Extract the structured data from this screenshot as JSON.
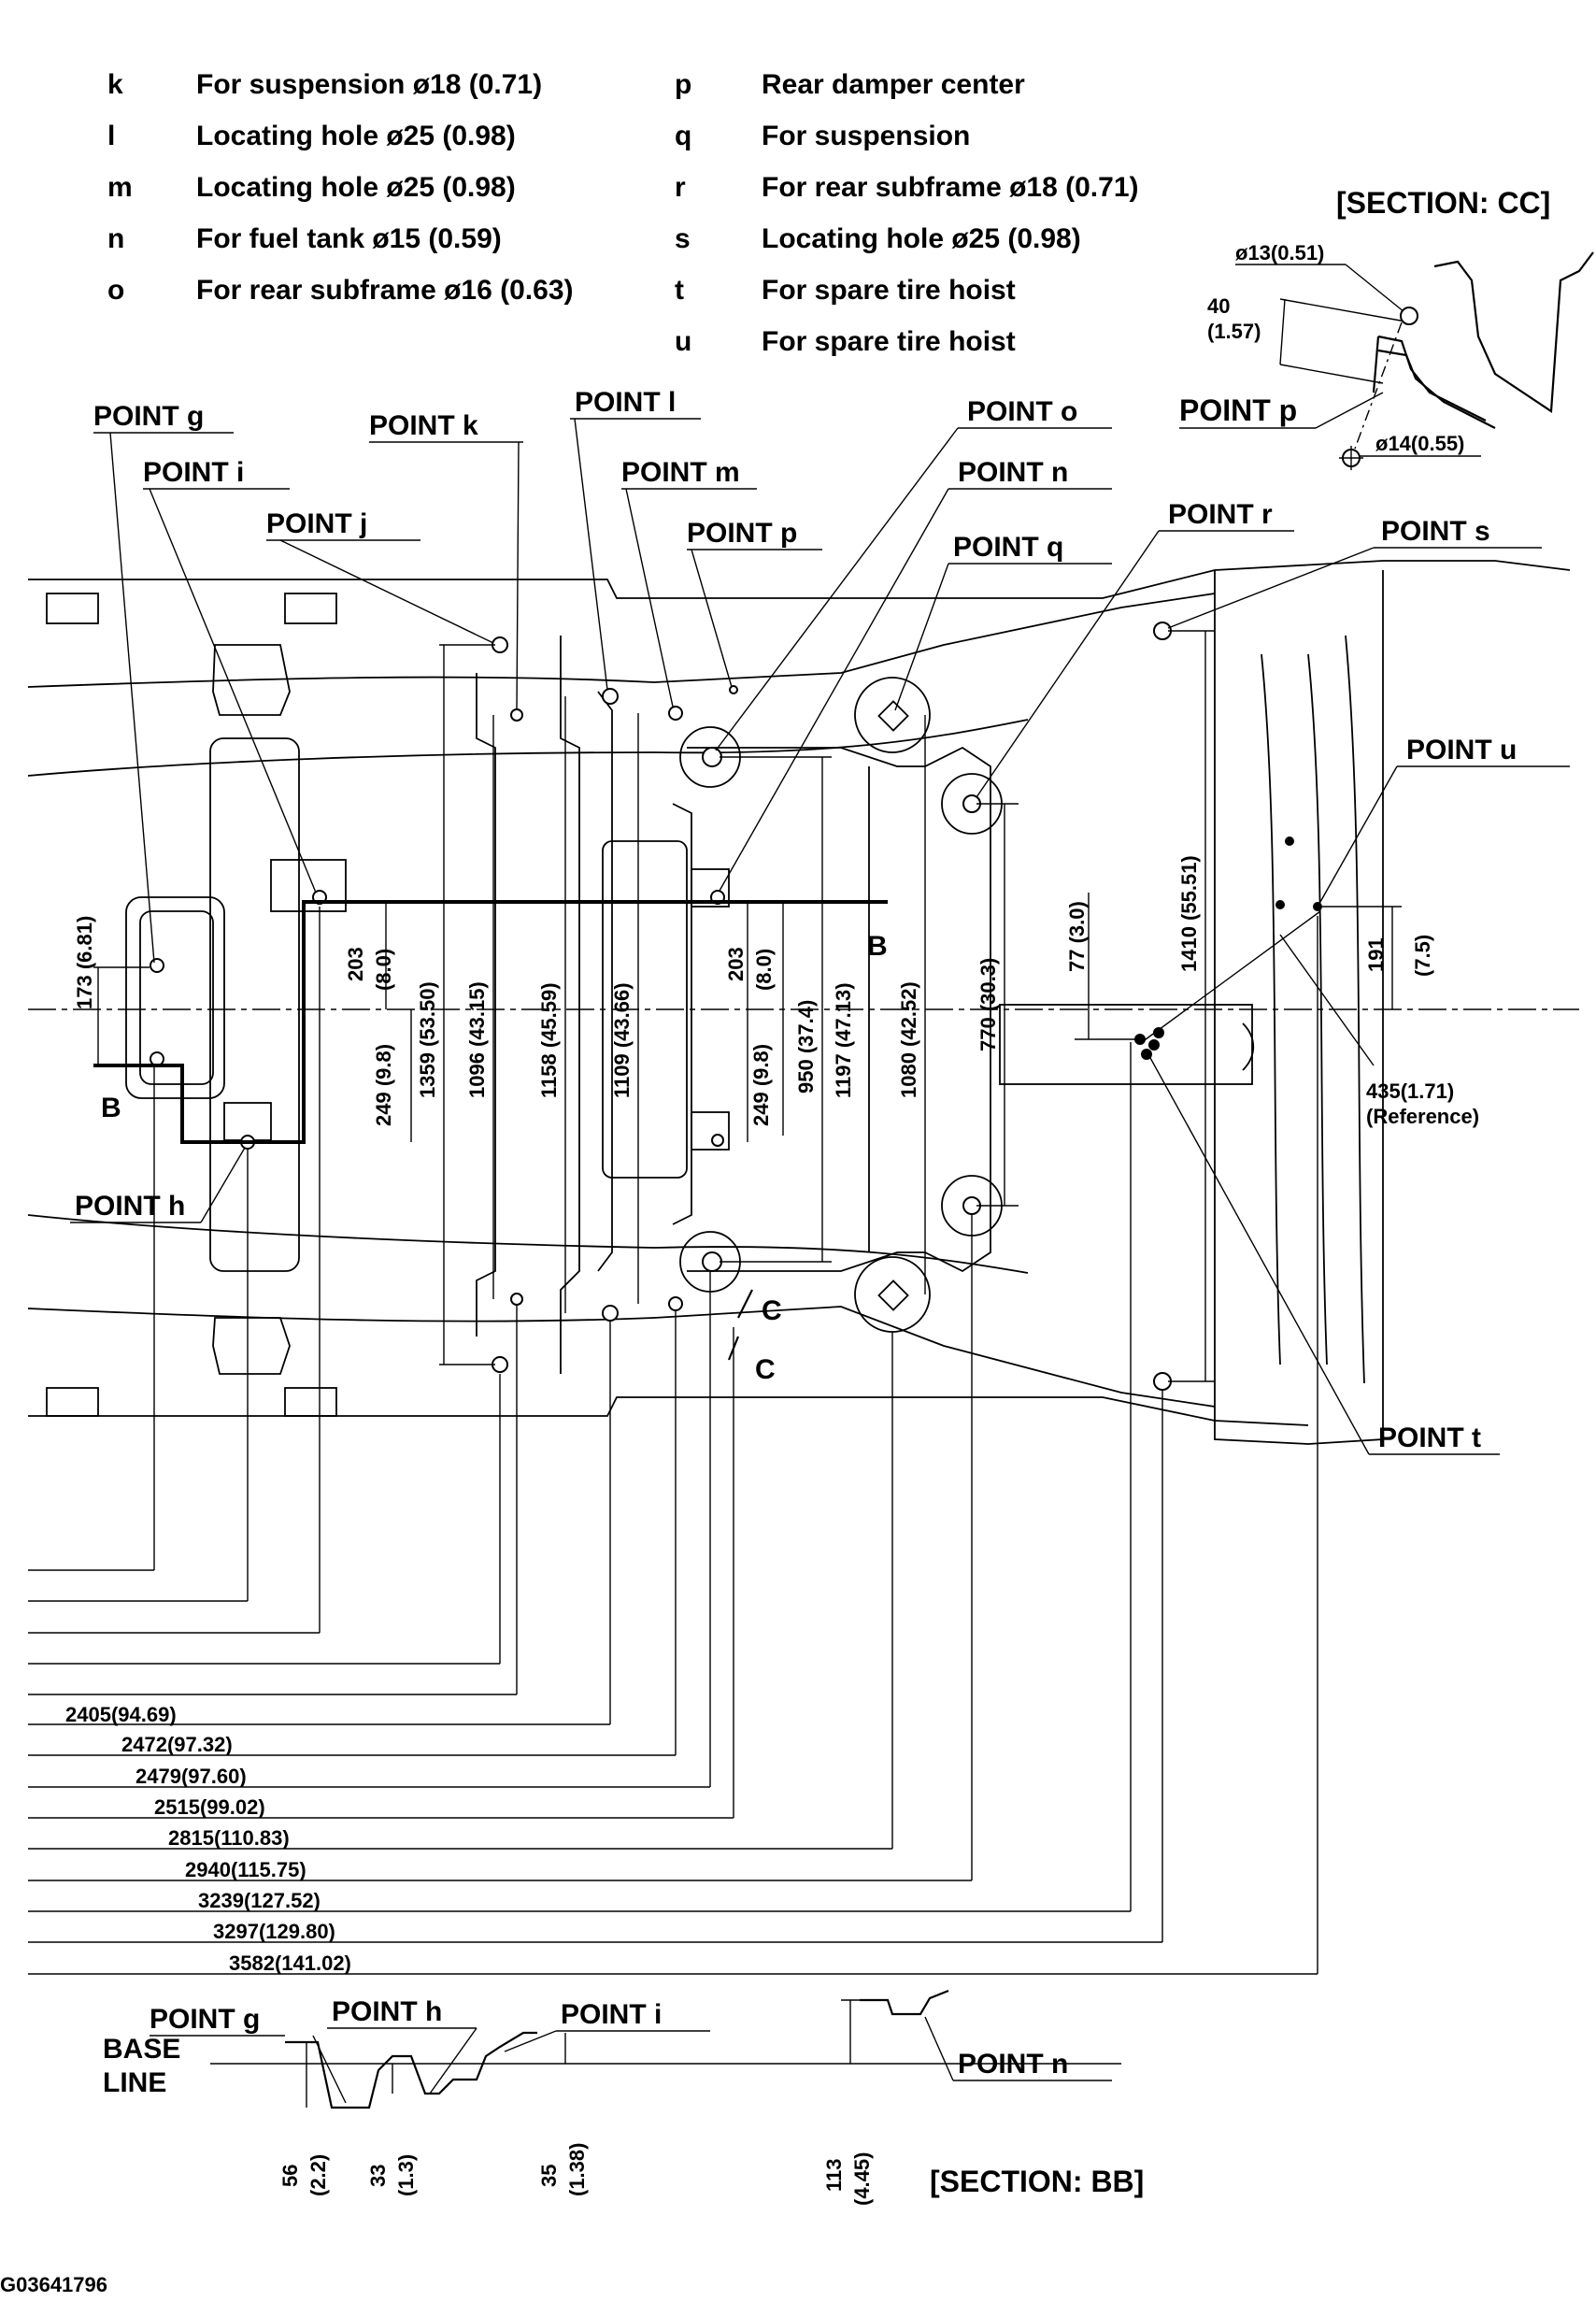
{
  "legend": [
    {
      "key": "k",
      "text": "For suspension ø18 (0.71)"
    },
    {
      "key": "l",
      "text": "Locating hole ø25 (0.98)"
    },
    {
      "key": "m",
      "text": "Locating hole ø25 (0.98)"
    },
    {
      "key": "n",
      "text": "For fuel tank ø15 (0.59)"
    },
    {
      "key": "o",
      "text": "For rear subframe ø16 (0.63)"
    },
    {
      "key": "p",
      "text": "Rear damper center"
    },
    {
      "key": "q",
      "text": "For suspension"
    },
    {
      "key": "r",
      "text": "For rear subframe ø18 (0.71)"
    },
    {
      "key": "s",
      "text": "Locating hole ø25 (0.98)"
    },
    {
      "key": "t",
      "text": "For spare tire hoist"
    },
    {
      "key": "u",
      "text": "For spare tire hoist"
    }
  ],
  "section_cc": {
    "title": "[SECTION: CC]",
    "dia_top": "ø13(0.51)",
    "dim1": "40",
    "dim2": "(1.57)",
    "point": "POINT p",
    "dia_bottom": "ø14(0.55)"
  },
  "points": {
    "g": "POINT g",
    "i": "POINT i",
    "j": "POINT j",
    "k": "POINT k",
    "l": "POINT l",
    "m": "POINT m",
    "p": "POINT p",
    "o": "POINT o",
    "n": "POINT n",
    "q": "POINT q",
    "r": "POINT r",
    "s": "POINT s",
    "u": "POINT u",
    "t": "POINT t",
    "h": "POINT h"
  },
  "vertical_dims": [
    {
      "id": "d173",
      "text": "173 (6.81)"
    },
    {
      "id": "d203a",
      "text": "203"
    },
    {
      "id": "d203a2",
      "text": "(8.0)"
    },
    {
      "id": "d249a",
      "text": "249 (9.8)"
    },
    {
      "id": "d1359",
      "text": "1359 (53.50)"
    },
    {
      "id": "d1096",
      "text": "1096 (43.15)"
    },
    {
      "id": "d1158",
      "text": "1158 (45.59)"
    },
    {
      "id": "d1109",
      "text": "1109 (43.66)"
    },
    {
      "id": "d203b",
      "text": "203"
    },
    {
      "id": "d203b2",
      "text": "(8.0)"
    },
    {
      "id": "d249b",
      "text": "249 (9.8)"
    },
    {
      "id": "d950",
      "text": "950 (37.4)"
    },
    {
      "id": "d1197",
      "text": "1197 (47.13)"
    },
    {
      "id": "d1080",
      "text": "1080 (42.52)"
    },
    {
      "id": "d770",
      "text": "770 (30.3)"
    },
    {
      "id": "d77",
      "text": "77 (3.0)"
    },
    {
      "id": "d1410",
      "text": "1410 (55.51)"
    },
    {
      "id": "d191",
      "text": "191"
    },
    {
      "id": "d191b",
      "text": "(7.5)"
    }
  ],
  "ref_dim": {
    "value": "435(1.71)",
    "note": "(Reference)"
  },
  "section_marks": {
    "b": "B",
    "c": "C"
  },
  "horizontal_dims": [
    "2405(94.69)",
    "2472(97.32)",
    "2479(97.60)",
    "2515(99.02)",
    "2815(110.83)",
    "2940(115.75)",
    "3239(127.52)",
    "3297(129.80)",
    "3582(141.02)"
  ],
  "section_bb": {
    "title": "[SECTION: BB]",
    "base_line_1": "BASE",
    "base_line_2": "LINE",
    "point_g": "POINT g",
    "point_h": "POINT h",
    "point_i": "POINT i",
    "point_n": "POINT n",
    "dims": [
      {
        "a": "56",
        "b": "(2.2)"
      },
      {
        "a": "33",
        "b": "(1.3)"
      },
      {
        "a": "35",
        "b": "(1.38)"
      },
      {
        "a": "113",
        "b": "(4.45)"
      }
    ]
  },
  "figure_id": "G03641796"
}
